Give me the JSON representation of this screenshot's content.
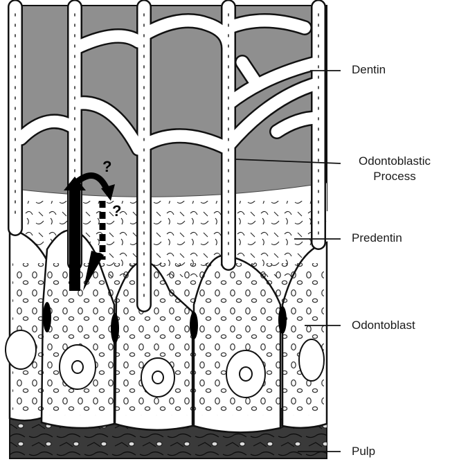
{
  "labels": {
    "dentin": "Dentin",
    "odontoblastic_process_line1": "Odontoblastic",
    "odontoblastic_process_line2": "Process",
    "predentin": "Predentin",
    "odontoblast": "Odontoblast",
    "pulp": "Pulp"
  },
  "annotations": {
    "question_mark_upper": "?",
    "question_mark_lower": "?"
  },
  "colors": {
    "dentin_fill": "#8f8f8f",
    "pulp_fill": "#3a3a3a",
    "outline": "#111111",
    "cell_fill": "#ffffff"
  }
}
